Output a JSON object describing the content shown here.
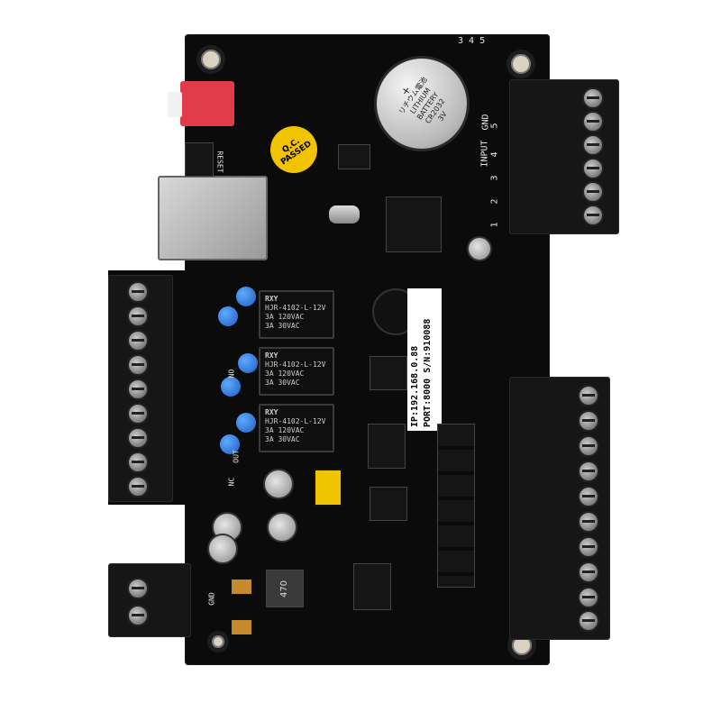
{
  "image": {
    "alt": "Black access control PCB board with screw terminals, relays, coin cell battery and ethernet port"
  },
  "silkscreen": {
    "battery_line1": "リチウム電池",
    "battery_line2": "LITHIUM BATTERY",
    "battery_line3": "CR2032",
    "battery_line4": "3V",
    "battery_plus": "+",
    "qc_line1": "Q.C.",
    "qc_line2": "PASSED",
    "input_label": "INPUT",
    "gnd_label": "GND",
    "input_numbers": [
      "5",
      "4",
      "3",
      "2",
      "1"
    ],
    "top_numbers": "3 4 5",
    "ip_label": "IP:192.168.0.88",
    "port_label": "PORT:8000 S/N:910088",
    "relay_brand": "RXY",
    "relay_model": "HJR-4102-L-12V",
    "relay_rating1": "3A 120VAC",
    "relay_rating2": "3A 30VAC",
    "nc_label": "NC",
    "no_label": "NO",
    "out_label": "OUT",
    "reset_label": "RESET",
    "inductor_label": "470",
    "gnd_bottom": "GND"
  },
  "colors": {
    "board": "#0b0b0b",
    "dip_switch": "#e23b4a",
    "capacitor_blue": "#2f7fe0",
    "qc_sticker": "#f2c400"
  }
}
